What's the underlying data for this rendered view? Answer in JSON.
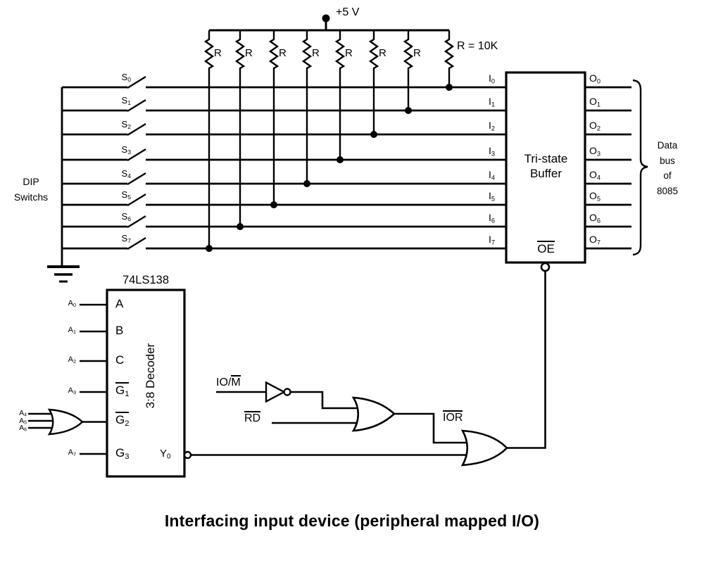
{
  "title": "Interfacing input device (peripheral mapped I/O)",
  "colors": {
    "ink": "#000000",
    "background": "#ffffff"
  },
  "power": {
    "supply_label": "+5 V",
    "resistor_note": "R = 10K",
    "resistors": [
      "R",
      "R",
      "R",
      "R",
      "R",
      "R",
      "R",
      "R"
    ]
  },
  "dip": {
    "label_line1": "DIP",
    "label_line2": "Switchs",
    "switches": [
      {
        "base": "S",
        "sub": "0"
      },
      {
        "base": "S",
        "sub": "1"
      },
      {
        "base": "S",
        "sub": "2"
      },
      {
        "base": "S",
        "sub": "3"
      },
      {
        "base": "S",
        "sub": "4"
      },
      {
        "base": "S",
        "sub": "5"
      },
      {
        "base": "S",
        "sub": "6"
      },
      {
        "base": "S",
        "sub": "7"
      }
    ]
  },
  "buffer": {
    "title_line1": "Tri-state",
    "title_line2": "Buffer",
    "oe": "OE",
    "inputs": [
      {
        "base": "I",
        "sub": "0"
      },
      {
        "base": "I",
        "sub": "1"
      },
      {
        "base": "I",
        "sub": "2"
      },
      {
        "base": "I",
        "sub": "3"
      },
      {
        "base": "I",
        "sub": "4"
      },
      {
        "base": "I",
        "sub": "5"
      },
      {
        "base": "I",
        "sub": "6"
      },
      {
        "base": "I",
        "sub": "7"
      }
    ],
    "outputs": [
      {
        "base": "O",
        "sub": "0"
      },
      {
        "base": "O",
        "sub": "1"
      },
      {
        "base": "O",
        "sub": "2"
      },
      {
        "base": "O",
        "sub": "3"
      },
      {
        "base": "O",
        "sub": "4"
      },
      {
        "base": "O",
        "sub": "5"
      },
      {
        "base": "O",
        "sub": "6"
      },
      {
        "base": "O",
        "sub": "7"
      }
    ]
  },
  "bus": {
    "line1": "Data",
    "line2": "bus",
    "line3": "of",
    "line4": "8085"
  },
  "decoder": {
    "part": "74LS138",
    "function": "3:8 Decoder",
    "pins": {
      "a": "A",
      "b": "B",
      "c": "C",
      "g1": {
        "base": "G",
        "sub": "1"
      },
      "g2": {
        "base": "G",
        "sub": "2"
      },
      "g3": {
        "base": "G",
        "sub": "3"
      }
    },
    "output": {
      "base": "Y",
      "sub": "0"
    },
    "addr": [
      {
        "base": "A",
        "sub": "0"
      },
      {
        "base": "A",
        "sub": "1"
      },
      {
        "base": "A",
        "sub": "2"
      },
      {
        "base": "A",
        "sub": "3"
      },
      {
        "base": "A",
        "sub": "4"
      },
      {
        "base": "A",
        "sub": "5"
      },
      {
        "base": "A",
        "sub": "6"
      },
      {
        "base": "A",
        "sub": "7"
      }
    ]
  },
  "logic": {
    "iom_prefix": "IO/",
    "iom_bar": "M",
    "rd": "RD",
    "ior": "IOR"
  }
}
